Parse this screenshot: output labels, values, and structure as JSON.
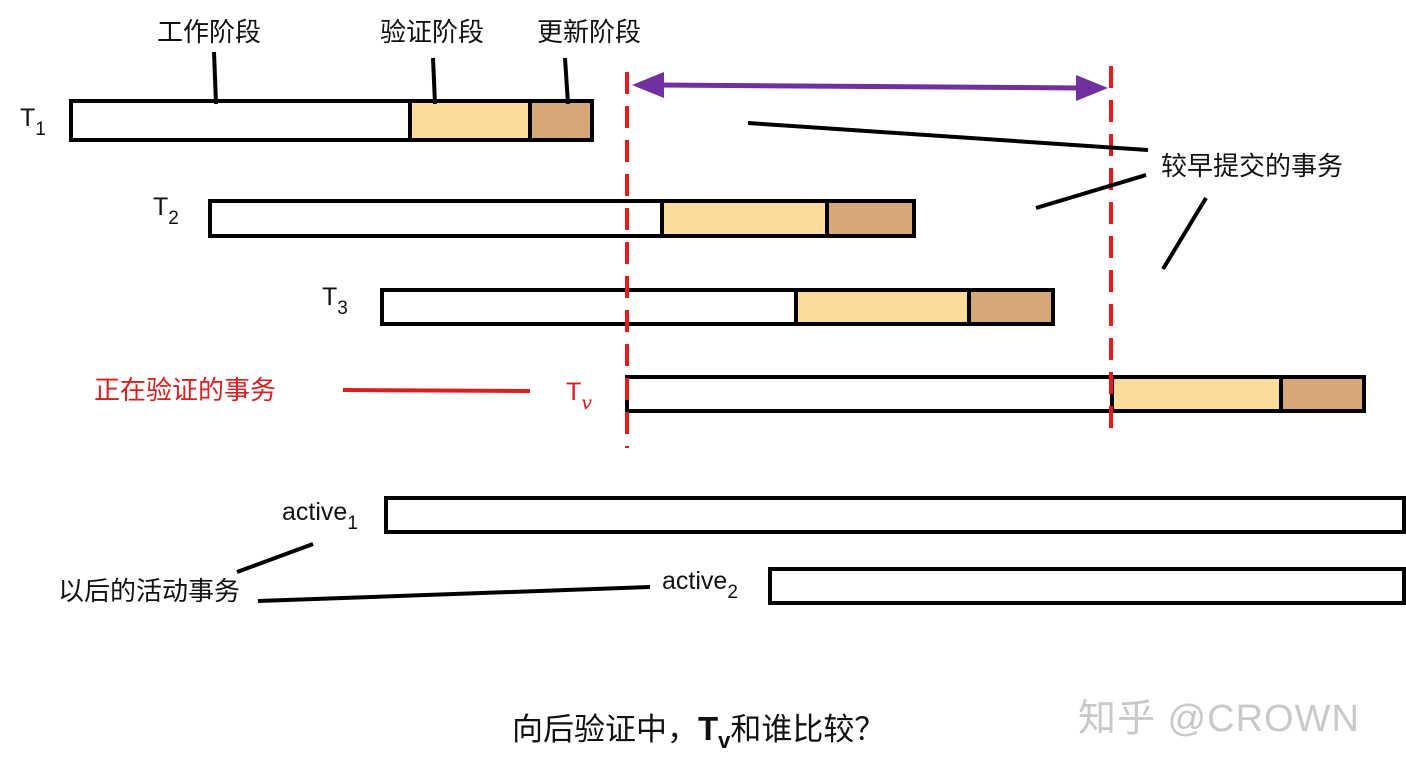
{
  "phases": {
    "work": "工作阶段",
    "validate": "验证阶段",
    "update": "更新阶段"
  },
  "transactions": [
    {
      "id": "t1",
      "name": "T",
      "sub": "1"
    },
    {
      "id": "t2",
      "name": "T",
      "sub": "2"
    },
    {
      "id": "t3",
      "name": "T",
      "sub": "3"
    },
    {
      "id": "tv",
      "name": "T",
      "sub": "v"
    },
    {
      "id": "active1",
      "name": "active",
      "sub": "1"
    },
    {
      "id": "active2",
      "name": "active",
      "sub": "2"
    }
  ],
  "labels": {
    "earlier_committed": "较早提交的事务",
    "validating": "正在验证的事务",
    "later_active": "以后的活动事务"
  },
  "question": {
    "pre": "向后验证中，",
    "bold": "T",
    "bold_sub": "v",
    "post": "和谁比较？"
  },
  "watermark": "知乎 @CROWN",
  "colors": {
    "validate_fill": "#fddc9b",
    "update_fill": "#d7a877",
    "dashed_line": "#e8191c",
    "arrow": "#7030a0",
    "highlight_text": "#d81e1e"
  }
}
